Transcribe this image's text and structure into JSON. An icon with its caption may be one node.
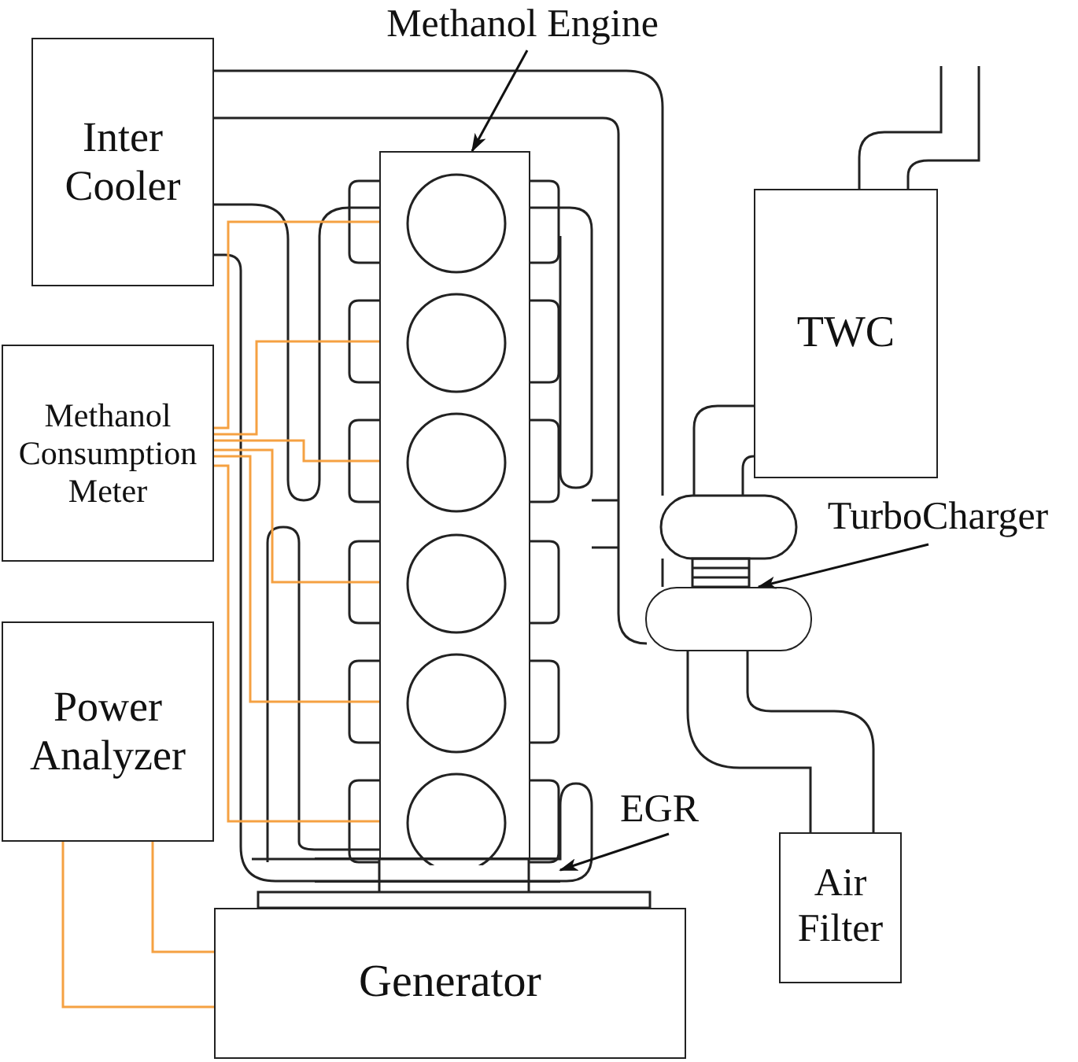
{
  "diagram": {
    "nodes": [
      {
        "text": [
          "Inter Cooler"
        ]
      },
      {
        "text": [
          "Methanol Consumption Meter"
        ]
      },
      {
        "text": [
          "Power Analyzer"
        ]
      },
      {
        "text": [
          "Generator"
        ]
      },
      {
        "text": [
          "TWC"
        ]
      },
      {
        "text": [
          "Air Filter"
        ]
      },
      {
        "text": [
          "Methanol Engine"
        ]
      },
      {
        "text": [],
        "shape": "box"
      },
      {
        "text": [
          "TurboCharger"
        ]
      },
      {
        "text": [],
        "shape": "box"
      },
      {
        "text": [
          "EGR"
        ]
      },
      {
        "text": [],
        "shape": "pipe"
      }
    ],
    "edges": [
      {
        "from": 6,
        "to": 7,
        "arrow": "to",
        "color": "#111111"
      },
      {
        "from": 8,
        "to": 9,
        "arrow": "to",
        "color": "#111111"
      },
      {
        "from": 10,
        "to": 11,
        "arrow": "to",
        "color": "#111111"
      },
      {
        "from": 1,
        "to": 7,
        "arrow": "none",
        "color": "#f5a142"
      },
      {
        "from": 1,
        "to": 7,
        "arrow": "none",
        "color": "#f5a142"
      },
      {
        "from": 1,
        "to": 7,
        "arrow": "none",
        "color": "#f5a142"
      },
      {
        "from": 1,
        "to": 7,
        "arrow": "none",
        "color": "#f5a142"
      },
      {
        "from": 1,
        "to": 7,
        "arrow": "none",
        "color": "#f5a142"
      },
      {
        "from": 1,
        "to": 7,
        "arrow": "none",
        "color": "#f5a142"
      },
      {
        "from": 2,
        "to": 3,
        "arrow": "none",
        "color": "#f5a142"
      },
      {
        "from": 2,
        "to": 3,
        "arrow": "none",
        "color": "#f5a142"
      }
    ]
  }
}
